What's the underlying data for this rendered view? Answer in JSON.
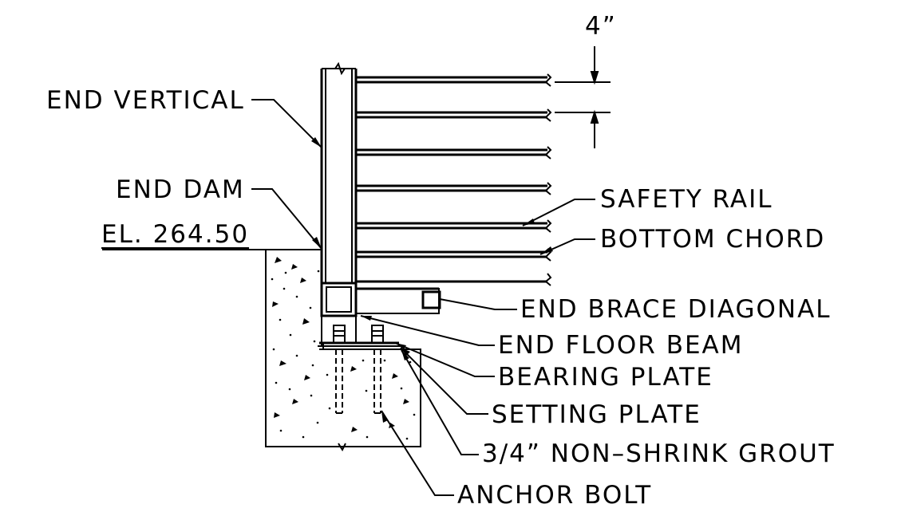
{
  "labels": {
    "dimension": "4”",
    "end_vertical": "END VERTICAL",
    "end_dam": "END DAM",
    "elevation": "EL. 264.50",
    "safety_rail": "SAFETY RAIL",
    "bottom_chord": "BOTTOM CHORD",
    "end_brace_diagonal": "END BRACE DIAGONAL",
    "end_floor_beam": "END FLOOR BEAM",
    "bearing_plate": "BEARING PLATE",
    "setting_plate": "SETTING PLATE",
    "grout": "3/4” NON–SHRINK GROUT",
    "anchor_bolt": "ANCHOR BOLT"
  }
}
